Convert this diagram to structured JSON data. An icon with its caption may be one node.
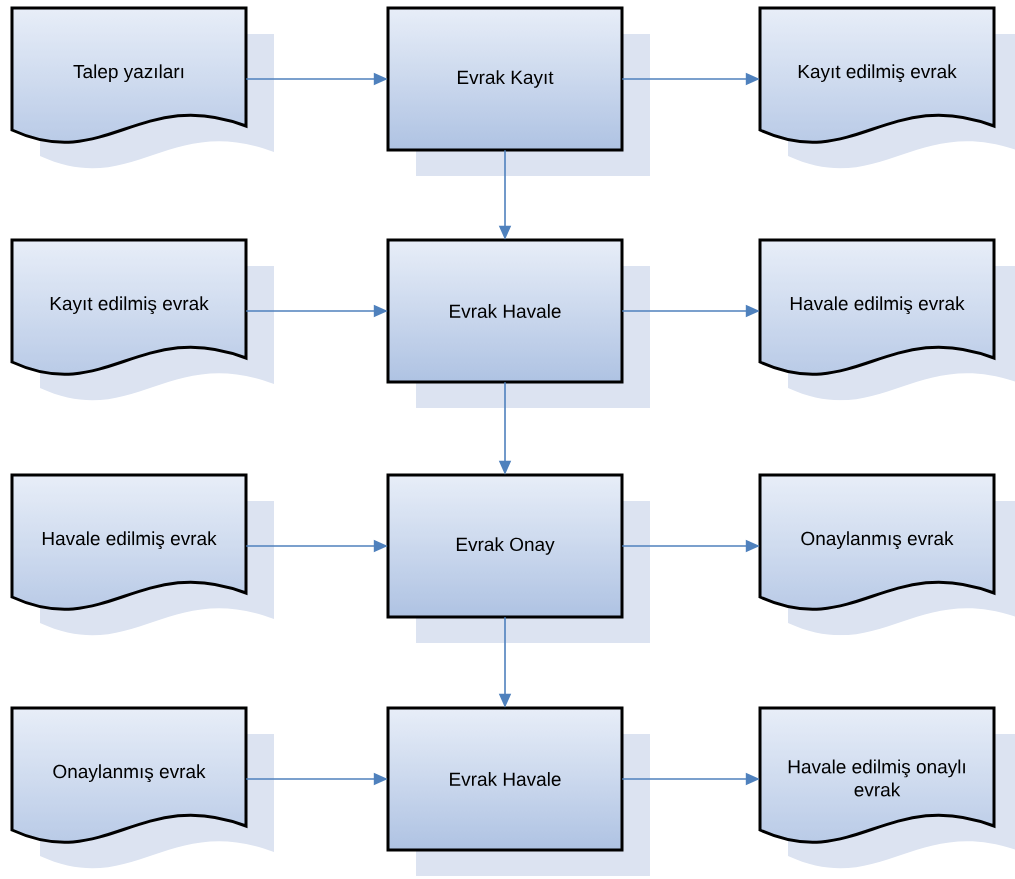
{
  "diagram": {
    "nodes": [
      {
        "text": [
          "Talep yazıları"
        ]
      },
      {
        "text": [
          "Evrak Kayıt"
        ]
      },
      {
        "text": [
          "Kayıt edilmiş evrak"
        ]
      },
      {
        "text": [
          "Kayıt edilmiş evrak"
        ]
      },
      {
        "text": [
          "Evrak Havale"
        ]
      },
      {
        "text": [
          "Havale edilmiş evrak"
        ]
      },
      {
        "text": [
          "Havale edilmiş evrak"
        ]
      },
      {
        "text": [
          "Evrak Onay"
        ]
      },
      {
        "text": [
          "Onaylanmış evrak"
        ]
      },
      {
        "text": [
          "Onaylanmış evrak"
        ]
      },
      {
        "text": [
          "Evrak Havale"
        ]
      },
      {
        "text": [
          "Havale edilmiş onaylı evrak"
        ]
      }
    ],
    "edges": [
      {
        "from": 0,
        "to": 1,
        "arrow": "to"
      },
      {
        "from": 1,
        "to": 2,
        "arrow": "to"
      },
      {
        "from": 1,
        "to": 4,
        "arrow": "to"
      },
      {
        "from": 3,
        "to": 4,
        "arrow": "to"
      },
      {
        "from": 4,
        "to": 5,
        "arrow": "to"
      },
      {
        "from": 4,
        "to": 7,
        "arrow": "to"
      },
      {
        "from": 6,
        "to": 7,
        "arrow": "to"
      },
      {
        "from": 7,
        "to": 8,
        "arrow": "to"
      },
      {
        "from": 7,
        "to": 10,
        "arrow": "to"
      },
      {
        "from": 9,
        "to": 10,
        "arrow": "to"
      },
      {
        "from": 10,
        "to": 11,
        "arrow": "to"
      }
    ]
  }
}
